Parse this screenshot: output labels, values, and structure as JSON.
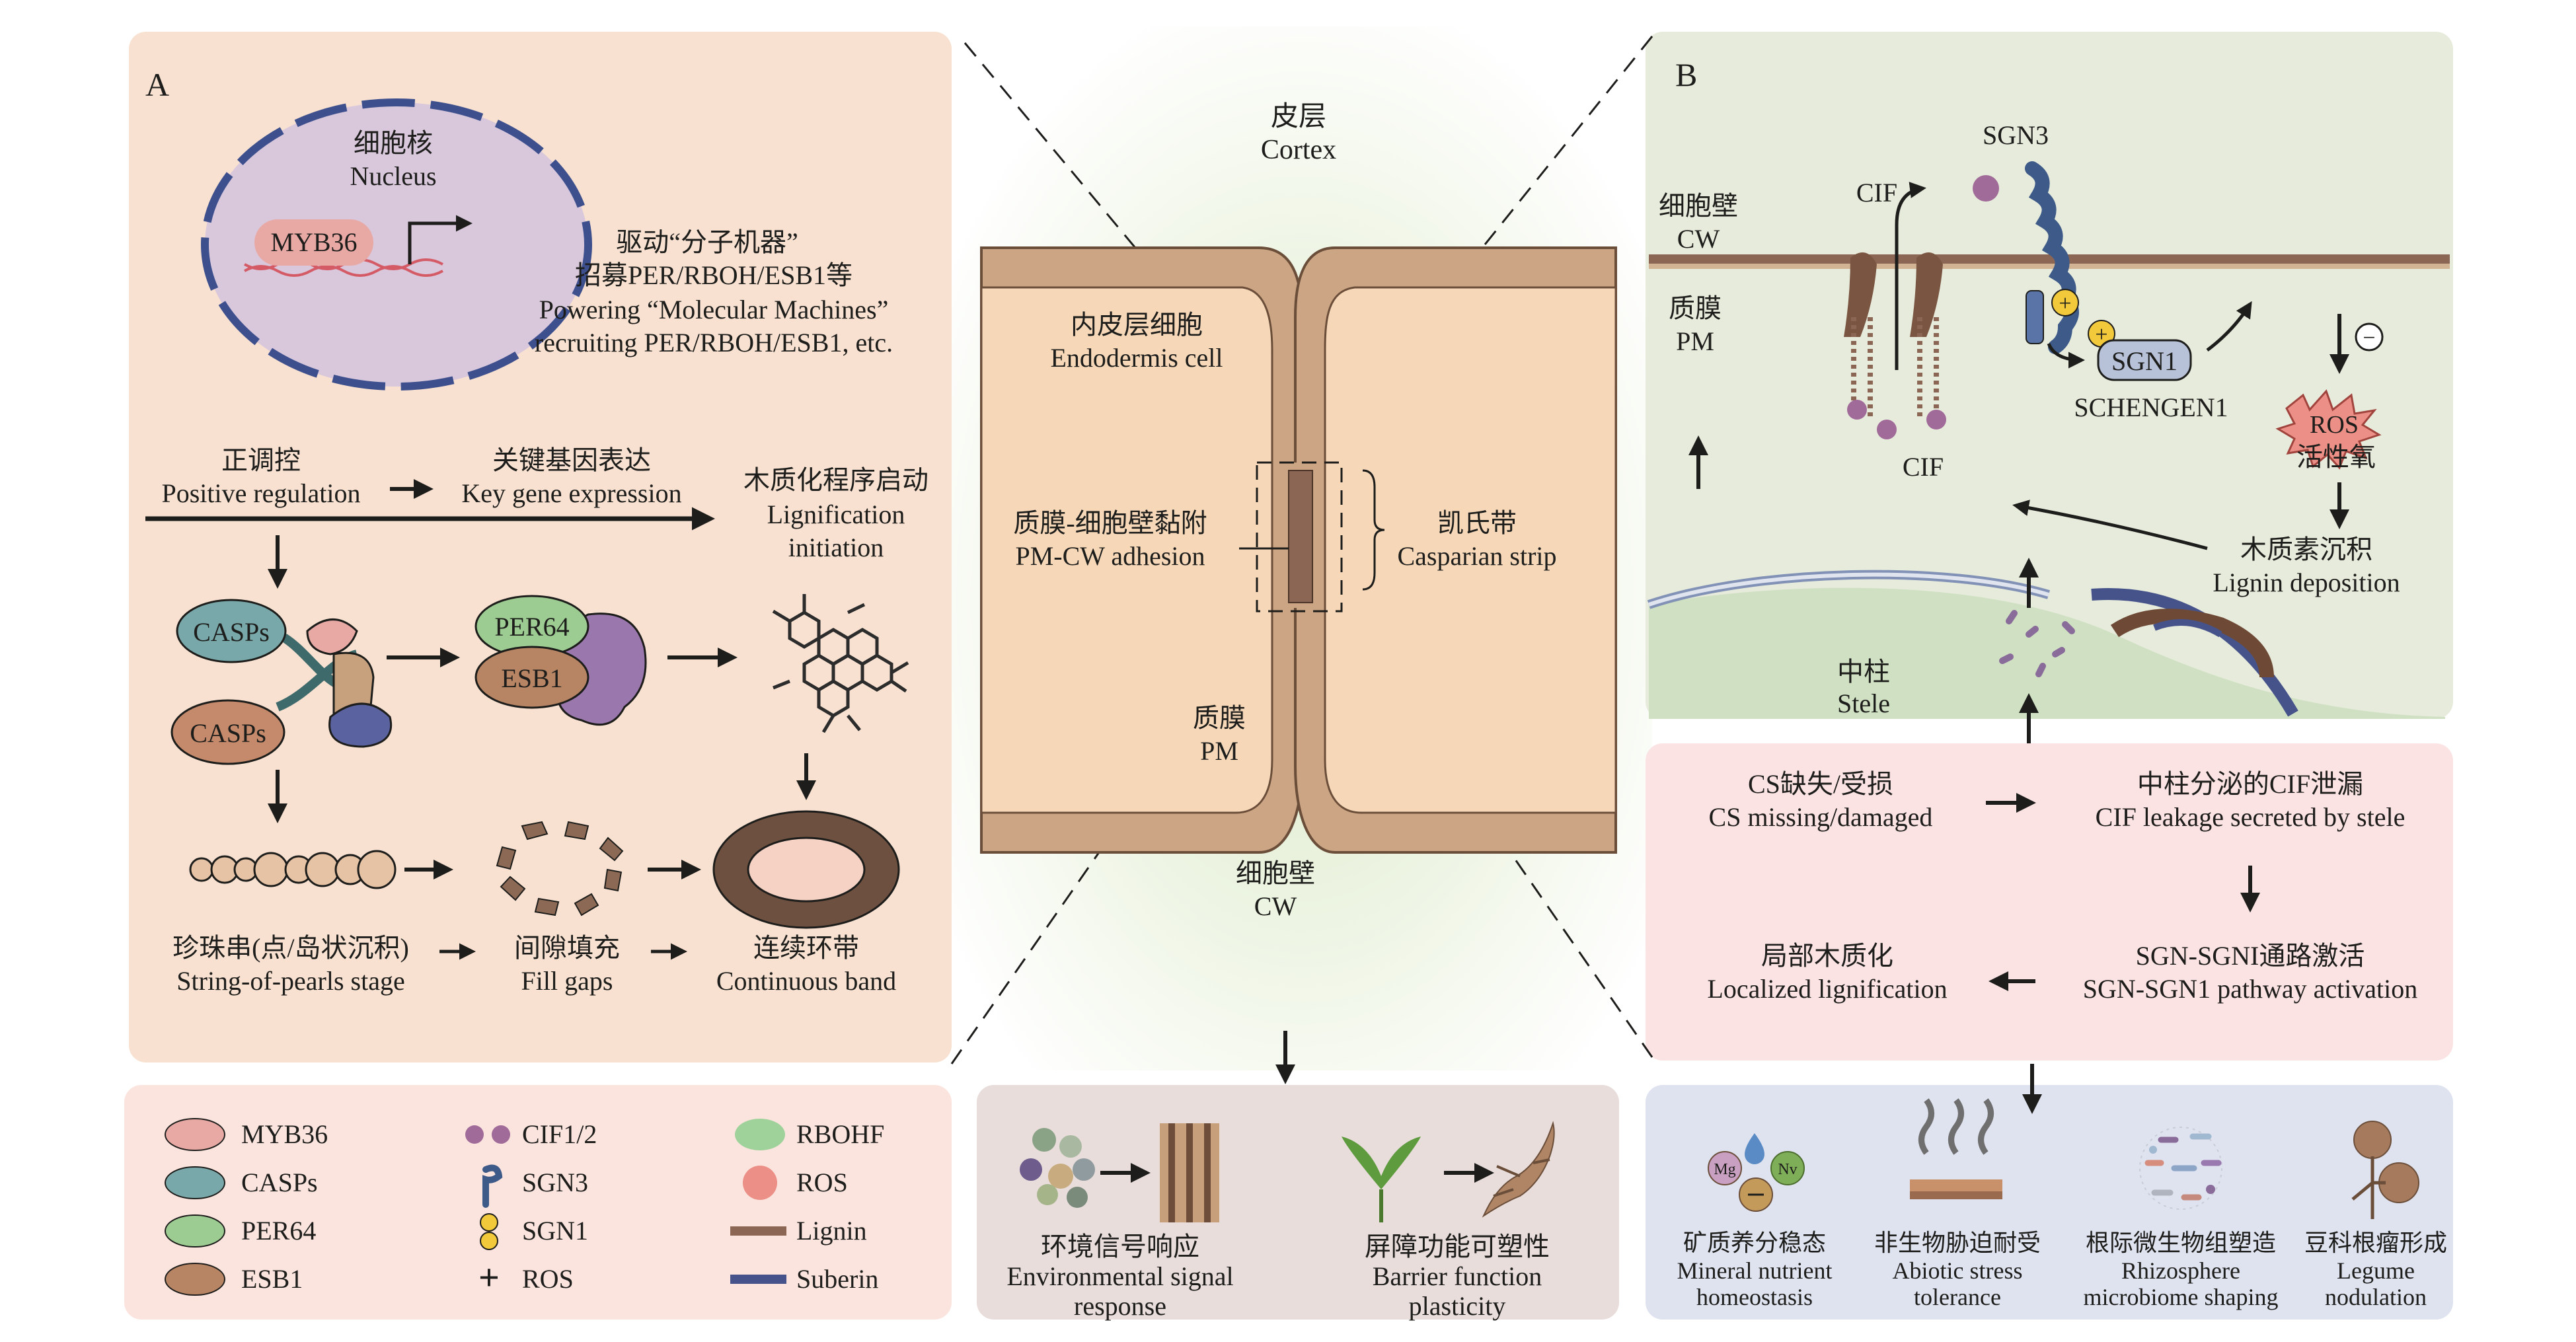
{
  "colors": {
    "panel_a": "#f8e1d0",
    "panel_b": "#e7ebdc",
    "lower_pink": "#fbe3e3",
    "lower_blue": "#dfe3ef",
    "legend_bg": "#fbe4de",
    "center_bottom": "#e8dddb",
    "cell": "#f6d8b9",
    "wall": "#cba584",
    "lignin": "#8c6654",
    "suberin": "#46538a",
    "myb36": "#e8a9a5",
    "casps": "#78a8a9",
    "per64": "#9dcc93",
    "esb1": "#b78464",
    "cif": "#a06b98",
    "rbohf": "#9fd29a",
    "ros": "#ec8f86"
  },
  "panel_a": {
    "label": "A",
    "nucleus_zh": "细胞核",
    "nucleus_en": "Nucleus",
    "gene": "MYB36",
    "driving_zh_1": "驱动“分子机器”",
    "driving_zh_2": "招募PER/RBOH/ESB1等",
    "driving_en_1": "Powering “Molecular Machines”",
    "driving_en_2": "recruiting PER/RBOH/ESB1, etc.",
    "pos_reg_zh": "正调控",
    "pos_reg_en": "Positive regulation",
    "key_gene_zh": "关键基因表达",
    "key_gene_en": "Key gene expression",
    "lig_init_zh": "木质化程序启动",
    "lig_init_en_1": "Lignification",
    "lig_init_en_2": "initiation",
    "casps": "CASPs",
    "per64": "PER64",
    "esb1": "ESB1",
    "pearls_zh": "珍珠串(点/岛状沉积)",
    "pearls_en": "String-of-pearls stage",
    "fill_zh": "间隙填充",
    "fill_en": "Fill gaps",
    "band_zh": "连续环带",
    "band_en": "Continuous band"
  },
  "center": {
    "cortex_zh": "皮层",
    "cortex_en": "Cortex",
    "endo_zh": "内皮层细胞",
    "endo_en": "Endodermis cell",
    "adh_zh": "质膜-细胞壁黏附",
    "adh_en": "PM-CW adhesion",
    "cs_zh": "凯氏带",
    "cs_en": "Casparian strip",
    "pm_zh": "质膜",
    "pm_en": "PM",
    "cw_zh": "细胞壁",
    "cw_en": "CW",
    "env_zh": "环境信号响应",
    "env_en_1": "Environmental signal",
    "env_en_2": "response",
    "barrier_zh": "屏障功能可塑性",
    "barrier_en_1": "Barrier function",
    "barrier_en_2": "plasticity"
  },
  "panel_b": {
    "label": "B",
    "cw_zh": "细胞壁",
    "cw_en": "CW",
    "pm_zh": "质膜",
    "pm_en": "PM",
    "cif_top": "CIF",
    "cif_bottom": "CIF",
    "sgn3": "SGN3",
    "sgn1": "SGN1",
    "schengen1": "SCHENGEN1",
    "ros": "ROS",
    "ros_zh": "活性氧",
    "minus": "−",
    "lig_dep_zh": "木质素沉积",
    "lig_dep_en": "Lignin deposition",
    "stele_zh": "中柱",
    "stele_en": "Stele",
    "plus": "+"
  },
  "flow": {
    "cs_missing_zh": "CS缺失/受损",
    "cs_missing_en": "CS missing/damaged",
    "cif_leak_zh": "中柱分泌的CIF泄漏",
    "cif_leak_en": "CIF leakage secreted by stele",
    "local_zh": "局部木质化",
    "local_en": "Localized lignification",
    "sgn_zh": "SGN-SGNI通路激活",
    "sgn_en": "SGN-SGN1 pathway activation"
  },
  "outcomes": [
    {
      "zh": "矿质养分稳态",
      "en1": "Mineral nutrient",
      "en2": "homeostasis"
    },
    {
      "zh": "非生物胁迫耐受",
      "en1": "Abiotic stress",
      "en2": "tolerance"
    },
    {
      "zh": "根际微生物组塑造",
      "en1": "Rhizosphere",
      "en2": "microbiome shaping"
    },
    {
      "zh": "豆科根瘤形成",
      "en1": "Legume",
      "en2": "nodulation"
    }
  ],
  "mineral_labels": {
    "mg": "Mg",
    "nv": "Nv"
  },
  "legend": {
    "myb36": "MYB36",
    "casps": "CASPs",
    "per64": "PER64",
    "esb1": "ESB1",
    "cif": "CIF1/2",
    "sgn3": "SGN3",
    "sgn1": "SGN1",
    "ros_plus": "ROS",
    "rbohf": "RBOHF",
    "ros": "ROS",
    "lignin": "Lignin",
    "suberin": "Suberin",
    "plus": "+"
  }
}
